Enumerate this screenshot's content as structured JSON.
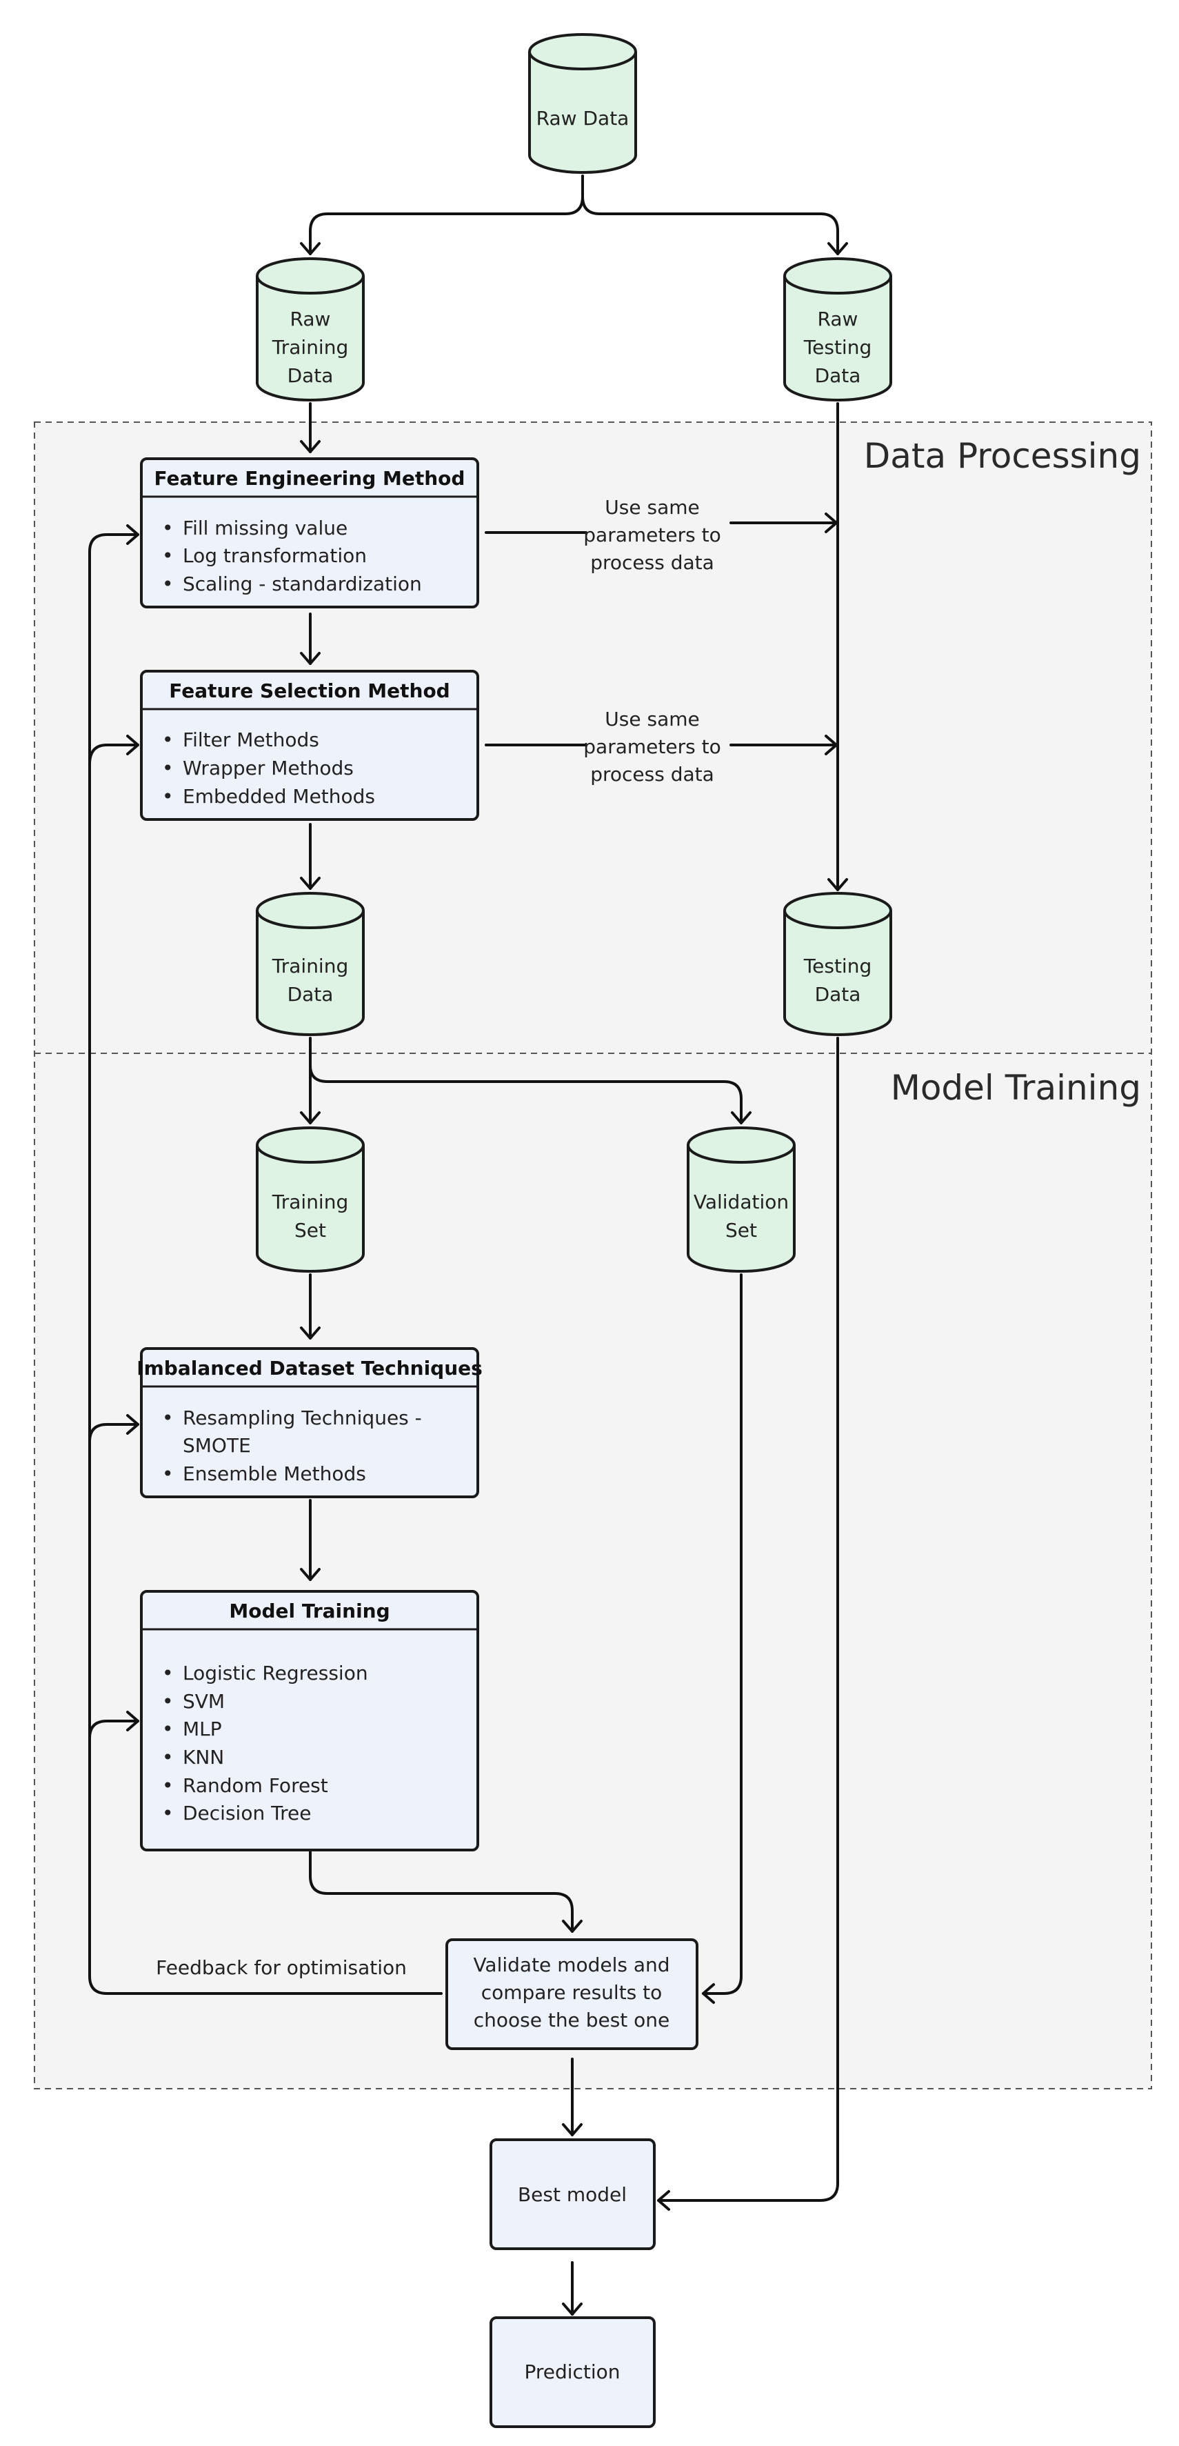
{
  "sections": {
    "data_processing": "Data Processing",
    "model_training": "Model Training"
  },
  "nodes": {
    "raw_data": [
      "Raw Data"
    ],
    "raw_training": [
      "Raw",
      "Training",
      "Data"
    ],
    "raw_testing": [
      "Raw",
      "Testing",
      "Data"
    ],
    "training_data": [
      "Training",
      "Data"
    ],
    "testing_data": [
      "Testing",
      "Data"
    ],
    "training_set": [
      "Training",
      "Set"
    ],
    "validation_set": [
      "Validation",
      "Set"
    ]
  },
  "boxes": {
    "feature_engineering": {
      "title": "Feature Engineering Method",
      "items": [
        "Fill missing value",
        "Log transformation",
        "Scaling - standardization"
      ]
    },
    "feature_selection": {
      "title": "Feature Selection Method",
      "items": [
        "Filter Methods",
        "Wrapper Methods",
        "Embedded Methods"
      ]
    },
    "imbalanced": {
      "title": "Imbalanced Dataset Techniques",
      "items": [
        "Resampling Techniques -",
        "SMOTE",
        "Ensemble Methods"
      ]
    },
    "model_training": {
      "title": "Model Training",
      "items": [
        "Logistic Regression",
        "SVM",
        "MLP",
        "KNN",
        "Random Forest",
        "Decision Tree"
      ]
    }
  },
  "validate": [
    "Validate models and",
    "compare results to",
    "choose the best one"
  ],
  "best_model": "Best model",
  "prediction": "Prediction",
  "notes": {
    "same_params_1": [
      "Use same",
      "parameters to",
      "process data"
    ],
    "same_params_2": [
      "Use same",
      "parameters to",
      "process data"
    ],
    "feedback": "Feedback for optimisation"
  },
  "bullet": "•"
}
